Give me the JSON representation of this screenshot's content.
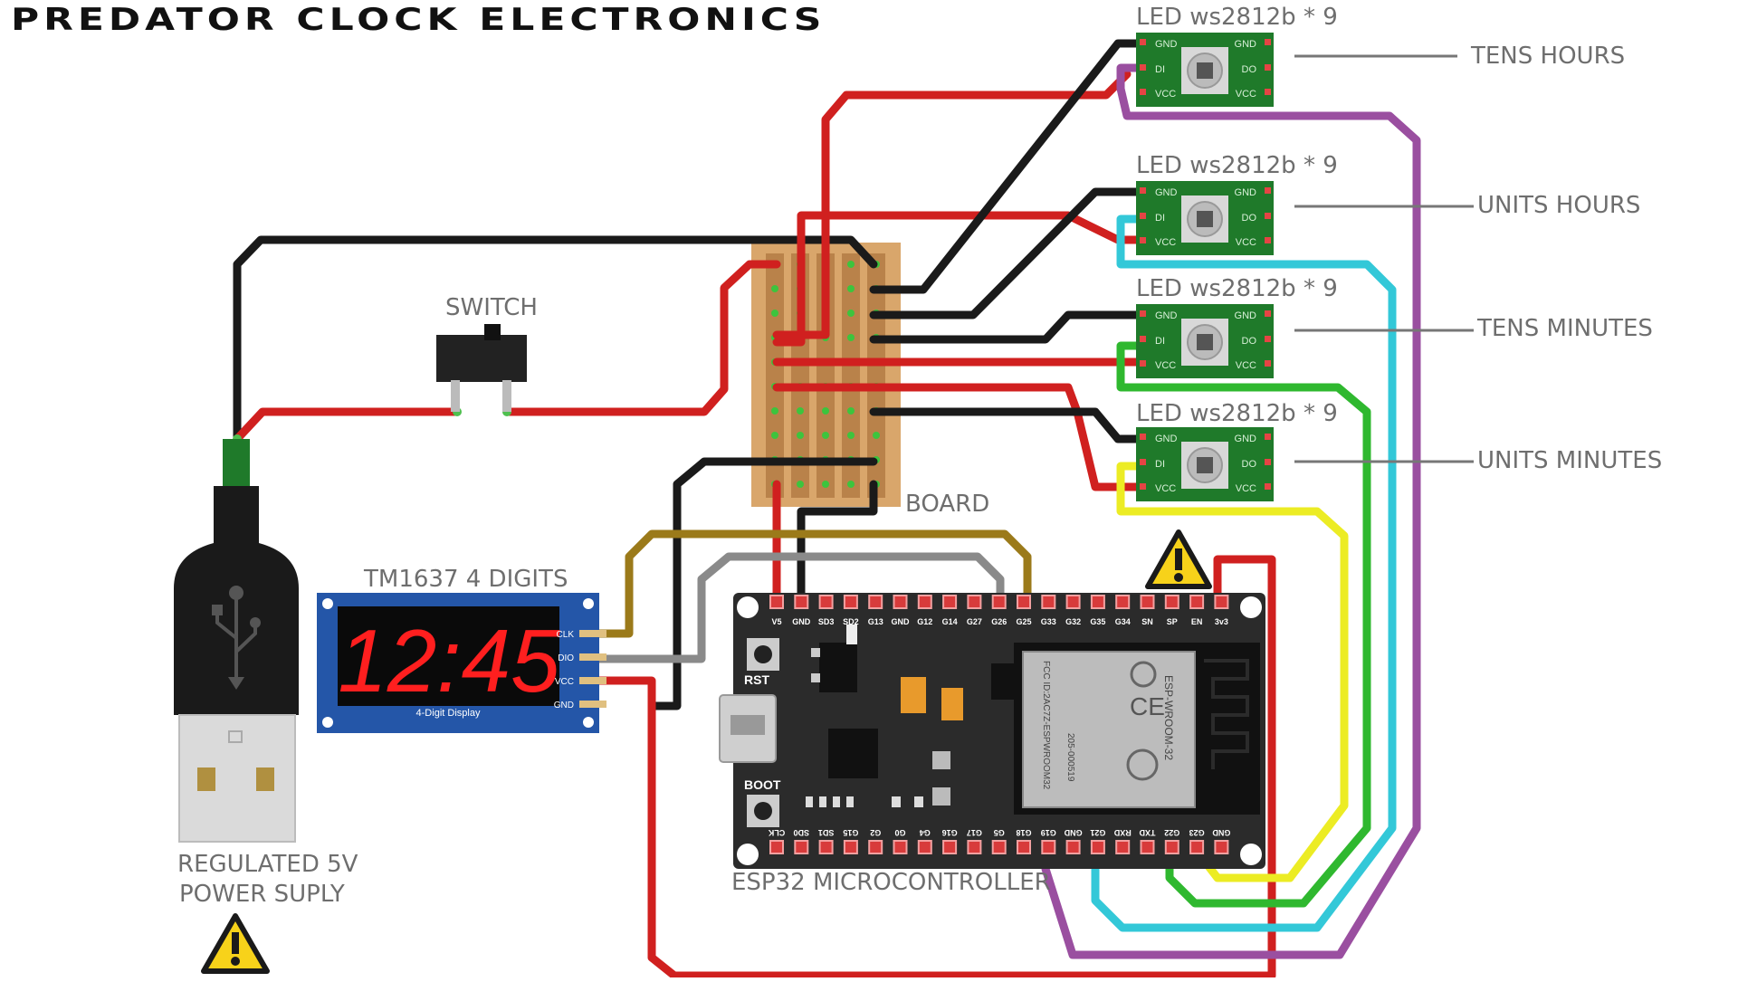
{
  "title": "PREDATOR CLOCK ELECTRONICS",
  "labels": {
    "led_strip_label": "LED ws2812b * 9",
    "tens_hours": "TENS HOURS",
    "units_hours": "UNITS HOURS",
    "tens_minutes": "TENS MINUTES",
    "units_minutes": "UNITS MINUTES",
    "switch": "SWITCH",
    "board": "BOARD",
    "tm1637": "TM1637 4 DIGITS",
    "esp32": "ESP32 MICROCONTROLLER",
    "power_line1": "REGULATED 5V",
    "power_line2": "POWER SUPLY"
  },
  "led_pins": {
    "gnd": "GND",
    "di": "DI",
    "do": "DO",
    "vcc": "VCC"
  },
  "display": {
    "digits": "12:45",
    "caption": "4-Digit Display",
    "pins": [
      "CLK",
      "DIO",
      "VCC",
      "GND"
    ]
  },
  "esp32": {
    "top_pins": [
      "V5",
      "GND",
      "SD3",
      "SD2",
      "G13",
      "GND",
      "G12",
      "G14",
      "G27",
      "G26",
      "G25",
      "G33",
      "G32",
      "G35",
      "G34",
      "SN",
      "SP",
      "EN",
      "3v3"
    ],
    "bottom_pins": [
      "CLK",
      "SD0",
      "SD1",
      "G15",
      "G2",
      "G0",
      "G4",
      "G16",
      "G17",
      "G5",
      "G18",
      "G19",
      "GND",
      "G21",
      "RXD",
      "TXD",
      "G22",
      "G23",
      "GND"
    ],
    "rst": "RST",
    "boot": "BOOT",
    "module_lines": [
      "ESP-WROOM-32",
      "FCC ID:2AC7Z-ESPWROOM32",
      "205-000519"
    ]
  },
  "colors": {
    "wire_red": "#d0201f",
    "wire_black": "#1a1a1a",
    "wire_purple": "#9a4fa0",
    "wire_cyan": "#33c8d8",
    "wire_green": "#2fb82f",
    "wire_yellow": "#ecec24",
    "wire_brown": "#9b7a1a",
    "wire_gray": "#8a8a8a",
    "pcb_green": "#1f7a2a",
    "board_tan": "#d9a66b",
    "display_blue": "#2456a8",
    "segment_red": "#ff1f1f",
    "warning_yellow": "#f7d21a"
  },
  "icons": [
    "usb-plug-icon",
    "warning-icon",
    "wifi-icon",
    "ce-mark-icon"
  ]
}
